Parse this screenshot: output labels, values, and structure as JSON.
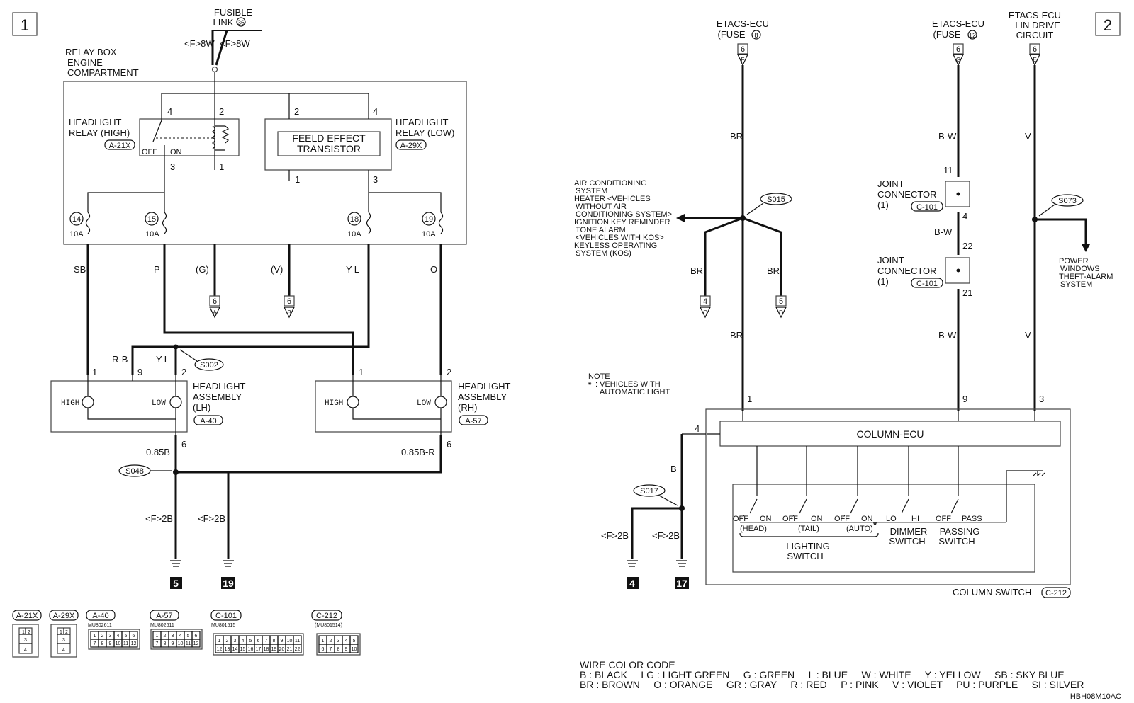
{
  "pages": {
    "left": "1",
    "right": "2"
  },
  "fusible": {
    "title": "FUSIBLE",
    "link": "LINK",
    "num": "36",
    "f8w_a": "<F>8W",
    "f8w_b": "<F>8W"
  },
  "relay_box": {
    "line1": "RELAY BOX",
    "line2": "ENGINE",
    "line3": "COMPARTMENT"
  },
  "relay_high": {
    "line1": "HEADLIGHT",
    "line2": "RELAY (HIGH)",
    "code": "A-21X",
    "off": "OFF",
    "on": "ON",
    "pin4": "4",
    "pin2": "2",
    "pin3": "3",
    "pin1": "1"
  },
  "relay_low": {
    "line1": "HEADLIGHT",
    "line2": "RELAY (LOW)",
    "code": "A-29X",
    "pin2": "2",
    "pin4": "4",
    "pin1": "1",
    "pin3": "3"
  },
  "fet": {
    "line1": "FEELD EFFECT",
    "line2": "TRANSISTOR"
  },
  "fuses": [
    {
      "num": "14",
      "amp": "10A"
    },
    {
      "num": "15",
      "amp": "10A"
    },
    {
      "num": "18",
      "amp": "10A"
    },
    {
      "num": "19",
      "amp": "10A"
    }
  ],
  "wires_left": {
    "sb": "SB",
    "p": "P",
    "g": "(G)",
    "v": "(V)",
    "yl": "Y-L",
    "o": "O",
    "rb": "R-B",
    "yl2": "Y-L",
    "b085": "0.85B",
    "b085r": "0.85B-R",
    "f2b_a": "<F>2B",
    "f2b_b": "<F>2B"
  },
  "connectors_left": {
    "a_num": "6",
    "a_let": "A",
    "b_num": "6",
    "b_let": "B"
  },
  "splices": {
    "s002": "S002",
    "s048": "S048",
    "s015": "S015",
    "s073": "S073",
    "s017": "S017"
  },
  "lamp_lh": {
    "high": "HIGH",
    "low": "LOW",
    "line1": "HEADLIGHT",
    "line2": "ASSEMBLY",
    "line3": "(LH)",
    "code": "A-40",
    "pin1": "1",
    "pin9": "9",
    "pin2": "2",
    "pin6": "6"
  },
  "lamp_rh": {
    "high": "HIGH",
    "low": "LOW",
    "line1": "HEADLIGHT",
    "line2": "ASSEMBLY",
    "line3": "(RH)",
    "code": "A-57",
    "pin1": "1",
    "pin2": "2",
    "pin6": "6"
  },
  "grounds_left": {
    "g5": "5",
    "g19": "19"
  },
  "etacs": {
    "a_title": "ETACS-ECU",
    "a_fuse": "(FUSE",
    "a_fnum": "8",
    "b_title": "ETACS-ECU",
    "b_fuse": "(FUSE",
    "b_fnum": "12",
    "c_title": "ETACS-ECU",
    "c_line2": "LIN DRIVE",
    "c_line3": "CIRCUIT",
    "conn_num": "6",
    "let_f": "F",
    "let_g": "G",
    "let_e": "E"
  },
  "wires_right": {
    "br1": "BR",
    "br2": "BR",
    "br3": "BR",
    "br4": "BR",
    "bw1": "B-W",
    "bw2": "B-W",
    "bw3": "B-W",
    "v1": "V",
    "v2": "V",
    "b": "B",
    "f2b_a": "<F>2B",
    "f2b_b": "<F>2B"
  },
  "connectors_right": {
    "c_num": "4",
    "c_let": "C",
    "d_num": "5",
    "d_let": "D"
  },
  "air_list": [
    "AIR CONDITIONING",
    "SYSTEM",
    "HEATER <VEHICLES",
    "WITHOUT AIR",
    "CONDITIONING SYSTEM>",
    "IGNITION KEY REMINDER",
    "TONE ALARM",
    "<VEHICLES WITH KOS>",
    "KEYLESS OPERATING",
    "SYSTEM (KOS)"
  ],
  "power_list": [
    "POWER",
    "WINDOWS",
    "THEFT-ALARM",
    "SYSTEM"
  ],
  "joint1": {
    "line1": "JOINT",
    "line2": "CONNECTOR",
    "line3": "(1)",
    "code": "C-101",
    "pin_top": "11",
    "pin_bot": "4"
  },
  "joint2": {
    "line1": "JOINT",
    "line2": "CONNECTOR",
    "line3": "(1)",
    "code": "C-101",
    "pin_top": "22",
    "pin_bot": "21"
  },
  "note": {
    "title": "NOTE",
    "star": "*",
    "line1": ": VEHICLES WITH",
    "line2": "AUTOMATIC LIGHT"
  },
  "column": {
    "ecu": "COLUMN-ECU",
    "pin1": "1",
    "pin9": "9",
    "pin3": "3",
    "pin4": "4",
    "title": "COLUMN SWITCH",
    "code": "C-212"
  },
  "switches": {
    "off1": "OFF",
    "on1": "ON",
    "off2": "OFF",
    "on2": "ON",
    "off3": "OFF",
    "on3": "ON",
    "lo": "LO",
    "hi": "HI",
    "off5": "OFF",
    "pass": "PASS",
    "head": "(HEAD)",
    "tail": "(TAIL)",
    "auto": "(AUTO)",
    "star": "*",
    "lighting1": "LIGHTING",
    "lighting2": "SWITCH",
    "dimmer1": "DIMMER",
    "dimmer2": "SWITCH",
    "passing1": "PASSING",
    "passing2": "SWITCH"
  },
  "grounds_right": {
    "g4": "4",
    "g17": "17"
  },
  "connector_legend": [
    {
      "code": "A-21X",
      "part": "",
      "cells": [
        "1",
        "2",
        "3",
        "4"
      ]
    },
    {
      "code": "A-29X",
      "part": "",
      "cells": [
        "1",
        "2",
        "3",
        "4"
      ]
    },
    {
      "code": "A-40",
      "part": "MU802611",
      "cells": [
        "1",
        "2",
        "3",
        "4",
        "5",
        "6",
        "7",
        "8",
        "9",
        "10",
        "11",
        "12"
      ]
    },
    {
      "code": "A-57",
      "part": "MU802611",
      "cells": [
        "1",
        "2",
        "3",
        "4",
        "5",
        "6",
        "7",
        "8",
        "9",
        "10",
        "11",
        "12"
      ]
    },
    {
      "code": "C-101",
      "part": "MU801515",
      "cells": [
        "1",
        "2",
        "3",
        "4",
        "5",
        "6",
        "7",
        "8",
        "9",
        "10",
        "11",
        "12",
        "13",
        "14",
        "15",
        "16",
        "17",
        "18",
        "19",
        "20",
        "21",
        "22"
      ]
    },
    {
      "code": "C-212",
      "part": "(MU801514)",
      "cells": [
        "1",
        "2",
        "3",
        "4",
        "5",
        "6",
        "7",
        "8",
        "9",
        "10"
      ]
    }
  ],
  "color_code": {
    "title": "WIRE COLOR CODE",
    "row1": "B : BLACK     LG : LIGHT GREEN     G : GREEN     L : BLUE     W : WHITE     Y : YELLOW     SB : SKY BLUE",
    "row2": "BR : BROWN     O : ORANGE     GR : GRAY     R : RED     P : PINK     V : VIOLET     PU : PURPLE     SI : SILVER"
  },
  "doc_id": "HBH08M10AC"
}
